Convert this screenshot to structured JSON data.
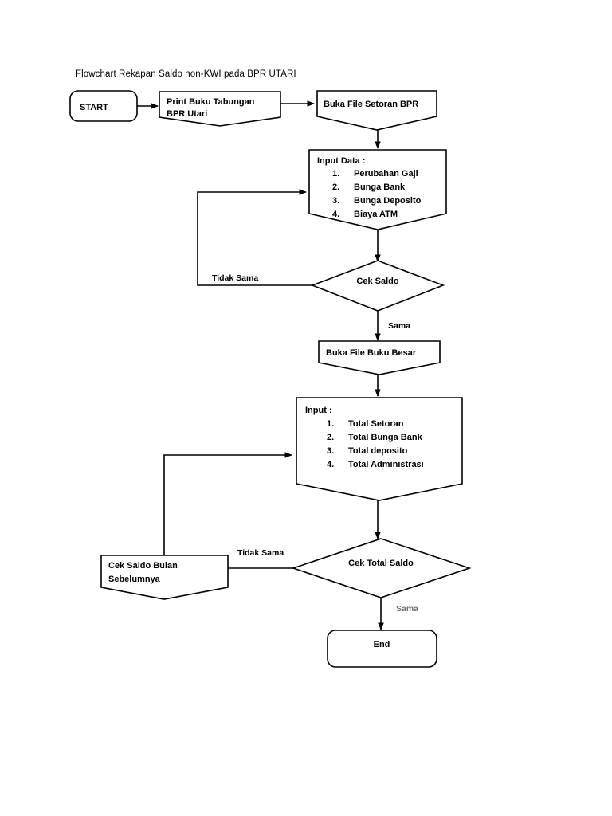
{
  "diagram": {
    "title": "Flowchart Rekapan Saldo non-KWI pada BPR UTARI",
    "nodes": {
      "start": {
        "label": "START",
        "shape": "rounded-terminator"
      },
      "print_buku": {
        "line1": "Print Buku Tabungan",
        "line2": "BPR Utari",
        "shape": "display"
      },
      "buka_file_setoran": {
        "label": "Buka File Setoran BPR",
        "shape": "display"
      },
      "input_data": {
        "heading": "Input Data :",
        "shape": "display",
        "items": [
          {
            "num": "1.",
            "text": "Perubahan Gaji"
          },
          {
            "num": "2.",
            "text": "Bunga Bank"
          },
          {
            "num": "3.",
            "text": "Bunga Deposito"
          },
          {
            "num": "4.",
            "text": "Biaya ATM"
          }
        ]
      },
      "cek_saldo": {
        "label": "Cek Saldo",
        "shape": "diamond"
      },
      "buka_file_buku_besar": {
        "label": "Buka File Buku Besar",
        "shape": "display"
      },
      "input_total": {
        "heading": "Input :",
        "shape": "display",
        "items": [
          {
            "num": "1.",
            "text": "Total Setoran"
          },
          {
            "num": "2.",
            "text": "Total Bunga Bank"
          },
          {
            "num": "3.",
            "text": "Total deposito"
          },
          {
            "num": "4.",
            "text": "Total Administrasi"
          }
        ]
      },
      "cek_total_saldo": {
        "label": "Cek Total Saldo",
        "shape": "diamond"
      },
      "cek_saldo_bulan": {
        "line1": "Cek Saldo Bulan",
        "line2": "Sebelumnya",
        "shape": "display"
      },
      "end": {
        "label": "End",
        "shape": "rounded-terminator"
      }
    },
    "edge_labels": {
      "tidak_sama_atas": "Tidak Sama",
      "sama_atas": "Sama",
      "tidak_sama_bawah": "Tidak Sama",
      "sama_bawah": "Sama"
    },
    "colors": {
      "stroke": "#000000",
      "fill": "#ffffff",
      "text": "#000000",
      "muted_text": "#6f6f6f"
    }
  }
}
